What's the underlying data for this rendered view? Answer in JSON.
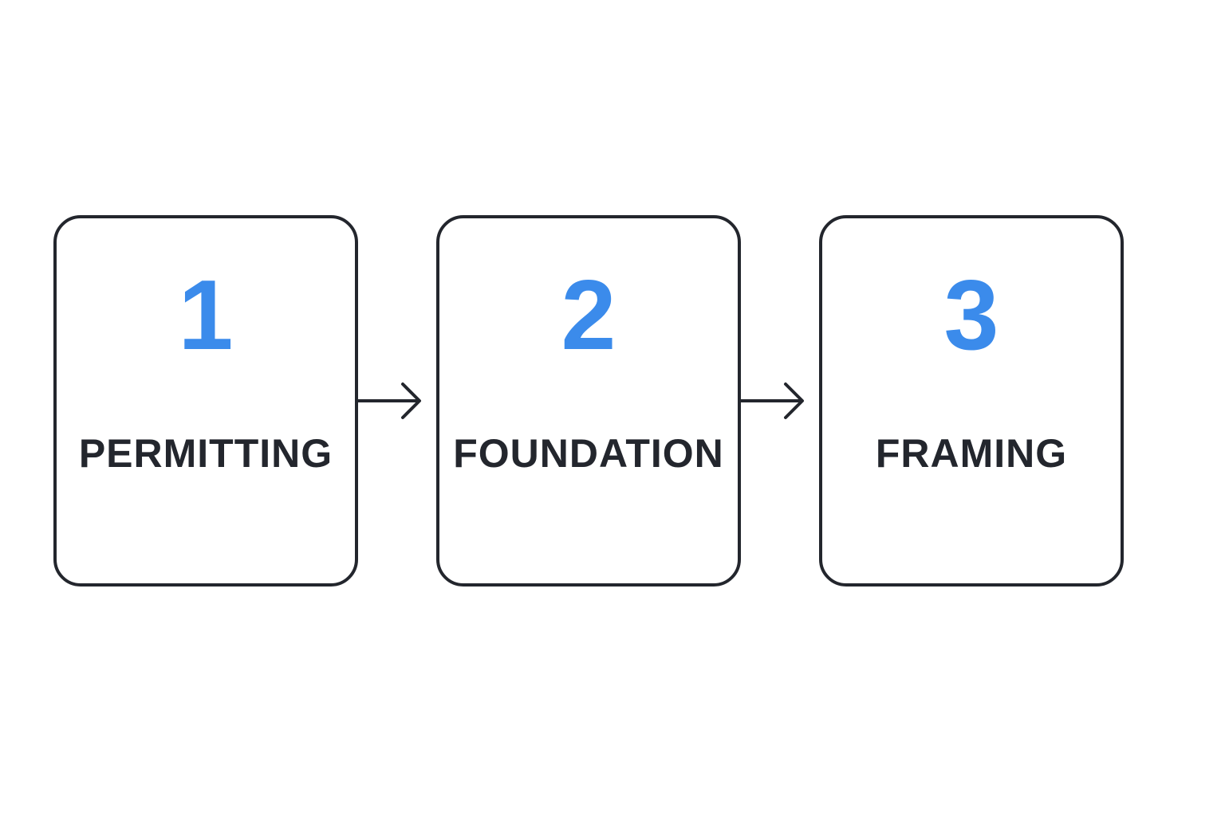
{
  "steps": [
    {
      "number": "1",
      "label": "PERMITTING"
    },
    {
      "number": "2",
      "label": "FOUNDATION"
    },
    {
      "number": "3",
      "label": "FRAMING"
    }
  ],
  "colors": {
    "accent": "#3b8beb",
    "stroke": "#23262d",
    "background": "#ffffff"
  },
  "icons": {
    "connector": "arrow-right-icon"
  }
}
